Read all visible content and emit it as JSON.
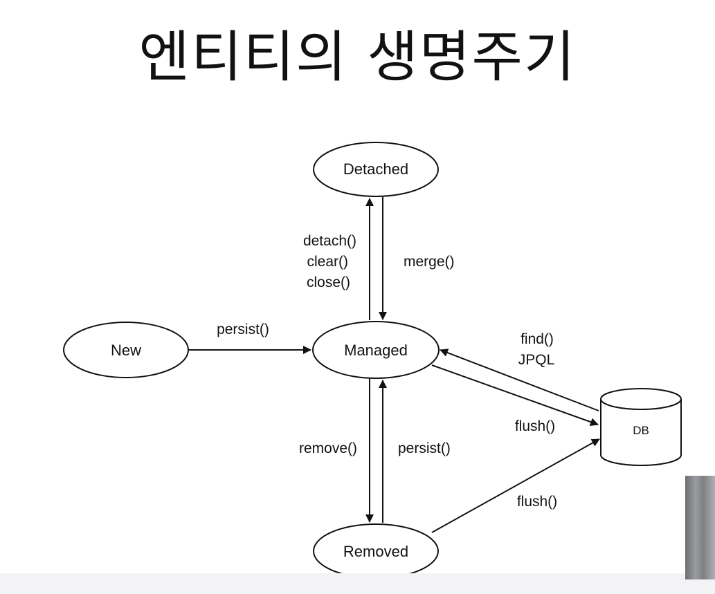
{
  "title": "엔티티의 생명주기",
  "nodes": {
    "detached": "Detached",
    "new": "New",
    "managed": "Managed",
    "removed": "Removed",
    "db": "DB"
  },
  "edges": {
    "detach": [
      "detach()",
      "clear()",
      "close()"
    ],
    "merge": "merge()",
    "persist_new": "persist()",
    "find": [
      "find()",
      "JPQL"
    ],
    "flush_managed": "flush()",
    "remove": "remove()",
    "persist_removed": "persist()",
    "flush_removed": "flush()"
  }
}
